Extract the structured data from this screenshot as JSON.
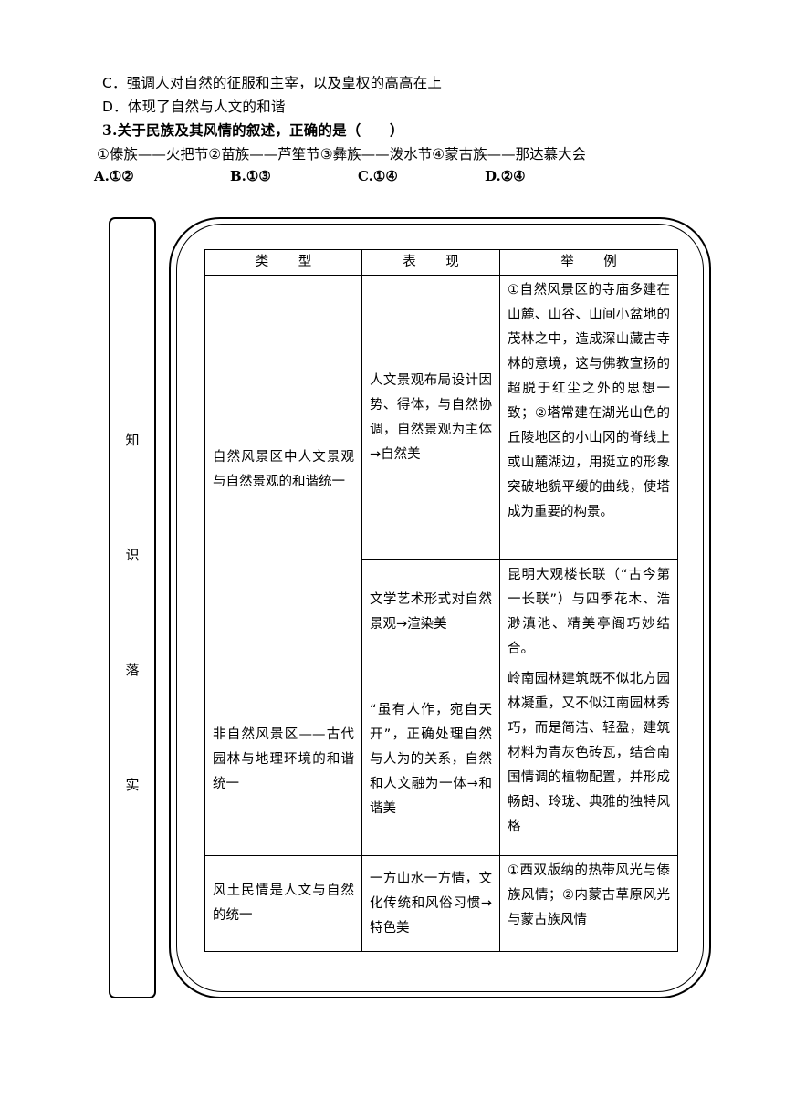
{
  "question": {
    "option_c": "C．强调人对自然的征服和主宰，以及皇权的高高在上",
    "option_d": "D．体现了自然与人文的和谐",
    "q3_stem": "3.关于民族及其风情的叙述，正确的是（　　）",
    "q3_items": "①傣族——火把节②苗族——芦笙节③彝族——泼水节④蒙古族——那达慕大会",
    "q3_options": [
      "A.①②",
      "B.①③",
      "C.①④",
      "D.②④"
    ]
  },
  "side_label": [
    "知",
    "识",
    "落",
    "实"
  ],
  "table": {
    "headers": [
      "类 型",
      "表 现",
      "举 例"
    ],
    "rows": {
      "r1_type": "自然风景区中人文景观与自然景观的和谐统一",
      "r1a_perf": "人文景观布局设计因势、得体，与自然协调，自然景观为主体→自然美",
      "r1a_example": "①自然风景区的寺庙多建在山麓、山谷、山间小盆地的茂林之中，造成深山藏古寺林的意境，这与佛教宣扬的超脱于红尘之外的思想一致；②塔常建在湖光山色的丘陵地区的小山冈的脊线上或山麓湖边，用挺立的形象突破地貌平缓的曲线，使塔成为重要的构景。",
      "r1b_perf": "文学艺术形式对自然景观→渲染美",
      "r1b_example": "昆明大观楼长联（“古今第一长联”）与四季花木、浩渺滇池、精美亭阁巧妙结合。",
      "r2_type": "非自然风景区——古代园林与地理环境的和谐统一",
      "r2_perf": "“虽有人作，宛自天开”，正确处理自然与人为的关系，自然和人文融为一体→和谐美",
      "r2_example": "岭南园林建筑既不似北方园林凝重，又不似江南园林秀巧，而是简洁、轻盈，建筑材料为青灰色砖瓦，结合南国情调的植物配置，并形成畅朗、玲珑、典雅的独特风格",
      "r3_type": "风土民情是人文与自然的统一",
      "r3_perf": "一方山水一方情，文化传统和风俗习惯→特色美",
      "r3_example": "①西双版纳的热带风光与傣族风情；②内蒙古草原风光与蒙古族风情"
    }
  }
}
